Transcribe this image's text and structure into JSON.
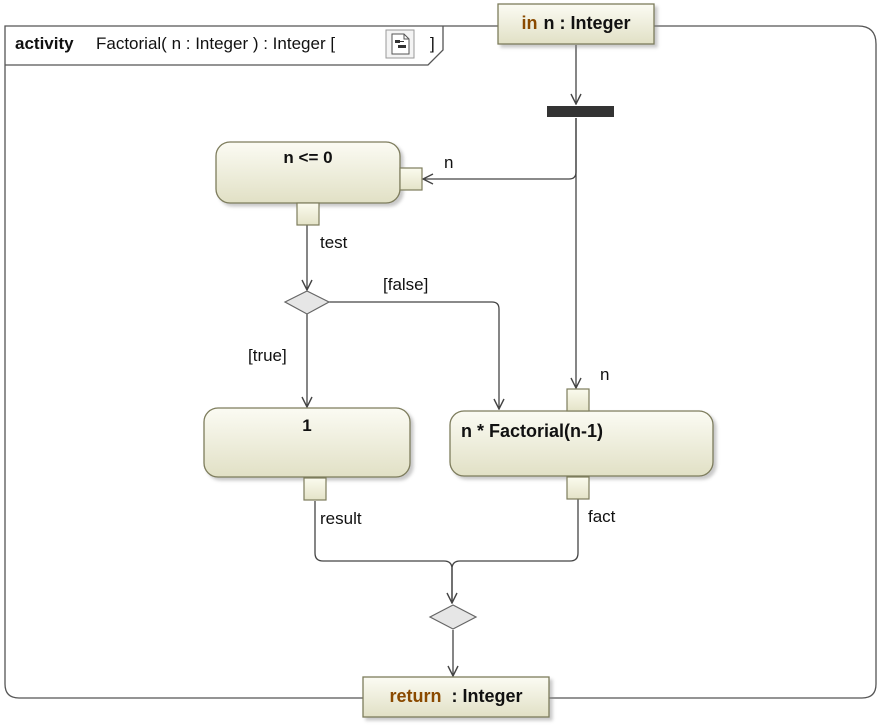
{
  "frame": {
    "keyword": "activity",
    "signature": "Factorial( n : Integer ) : Integer [",
    "close_bracket": "]",
    "icon": "activity-diagram-icon"
  },
  "params": {
    "in": {
      "keyword": "in",
      "text": "n : Integer"
    },
    "out": {
      "keyword": "return",
      "text": ": Integer"
    }
  },
  "actions": {
    "test": "n <= 0",
    "one": "1",
    "mult": "n * Factorial(n-1)"
  },
  "pins": {
    "test_in": "n",
    "test_out": "test",
    "one_out": "result",
    "mult_in": "n",
    "mult_out": "fact"
  },
  "guards": {
    "false": "[false]",
    "true": "[true]"
  },
  "colors": {
    "node_fill_top": "#fbfbf3",
    "node_fill_bottom": "#e1e0c5",
    "node_stroke": "#7d7c5c",
    "fork_bar": "#333333",
    "edge": "#444444",
    "keyword": "#8a4a00"
  }
}
